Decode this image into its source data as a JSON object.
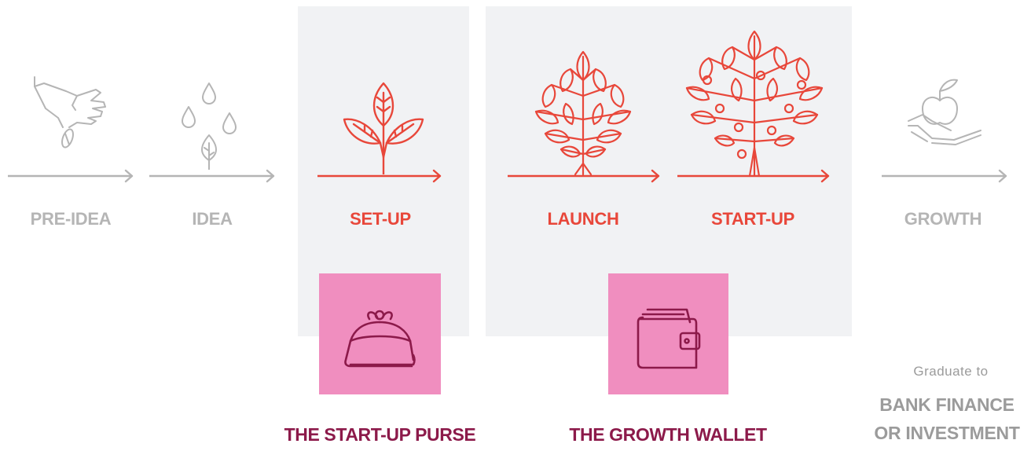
{
  "stages": [
    {
      "label": "PRE-IDEA",
      "active": false,
      "icon": "hand-planting-seed-icon"
    },
    {
      "label": "IDEA",
      "active": false,
      "icon": "water-drops-sprout-icon"
    },
    {
      "label": "SET-UP",
      "active": true,
      "icon": "seedling-icon"
    },
    {
      "label": "LAUNCH",
      "active": true,
      "icon": "bush-icon"
    },
    {
      "label": "START-UP",
      "active": true,
      "icon": "fruit-tree-icon"
    },
    {
      "label": "GROWTH",
      "active": false,
      "icon": "hand-holding-apple-icon"
    }
  ],
  "funds": [
    {
      "title": "THE START-UP PURSE",
      "icon": "purse-icon"
    },
    {
      "title": "THE GROWTH WALLET",
      "icon": "wallet-icon"
    }
  ],
  "graduate": {
    "prefix": "Graduate to",
    "line1": "BANK FINANCE",
    "line2": "OR INVESTMENT"
  },
  "colors": {
    "active": "#e8473a",
    "inactive": "#b5b5b5",
    "panel": "#f1f2f4",
    "fund_box": "#f08ebf",
    "fund_text": "#8c1a4a"
  }
}
